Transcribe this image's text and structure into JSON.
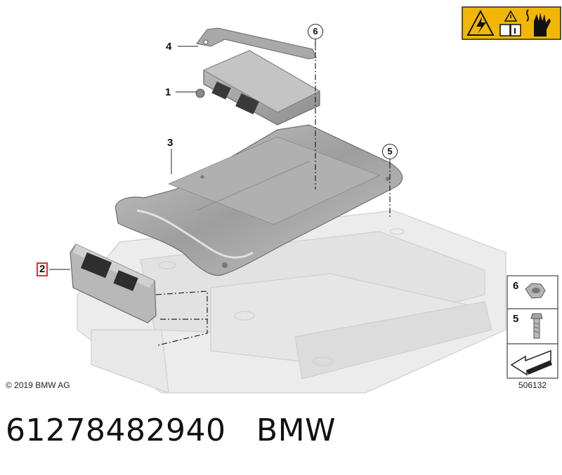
{
  "callouts": {
    "c1": "1",
    "c2": "2",
    "c3": "3",
    "c4": "4",
    "c5": "5",
    "c6": "6"
  },
  "legend": {
    "item_nut": "6",
    "item_bolt": "5"
  },
  "copyright": "© 2019 BMW AG",
  "diagram_number": "506132",
  "caption": {
    "part_number": "61278482940",
    "brand": "BMW"
  },
  "colors": {
    "warning_yellow": "#f2b705",
    "highlight_red": "#e03030",
    "part_gray": "#a8a8a8",
    "ghost_gray": "#e6e6e6"
  },
  "icons": [
    "high-voltage-warning-icon",
    "read-manual-icon",
    "protective-glove-icon",
    "hex-nut-icon",
    "bolt-icon",
    "slide-arrow-icon"
  ]
}
